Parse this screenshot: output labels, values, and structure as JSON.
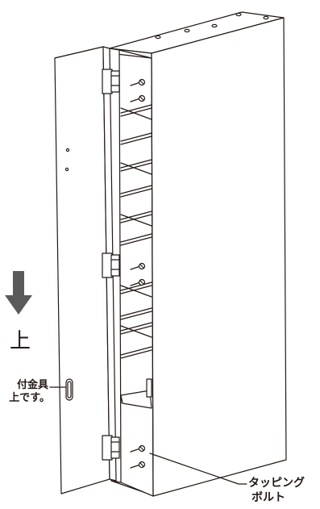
{
  "labels": {
    "up": "上",
    "bracket_note_line1": "付金具",
    "bracket_note_line2": "上です。",
    "screw_line1": "タッピング",
    "screw_line2": "ボルト"
  },
  "colors": {
    "line": "#231815",
    "arrow": "#5a5a5a",
    "fill": "#ffffff"
  },
  "icons": {
    "direction_arrow": "down-arrow-icon"
  }
}
